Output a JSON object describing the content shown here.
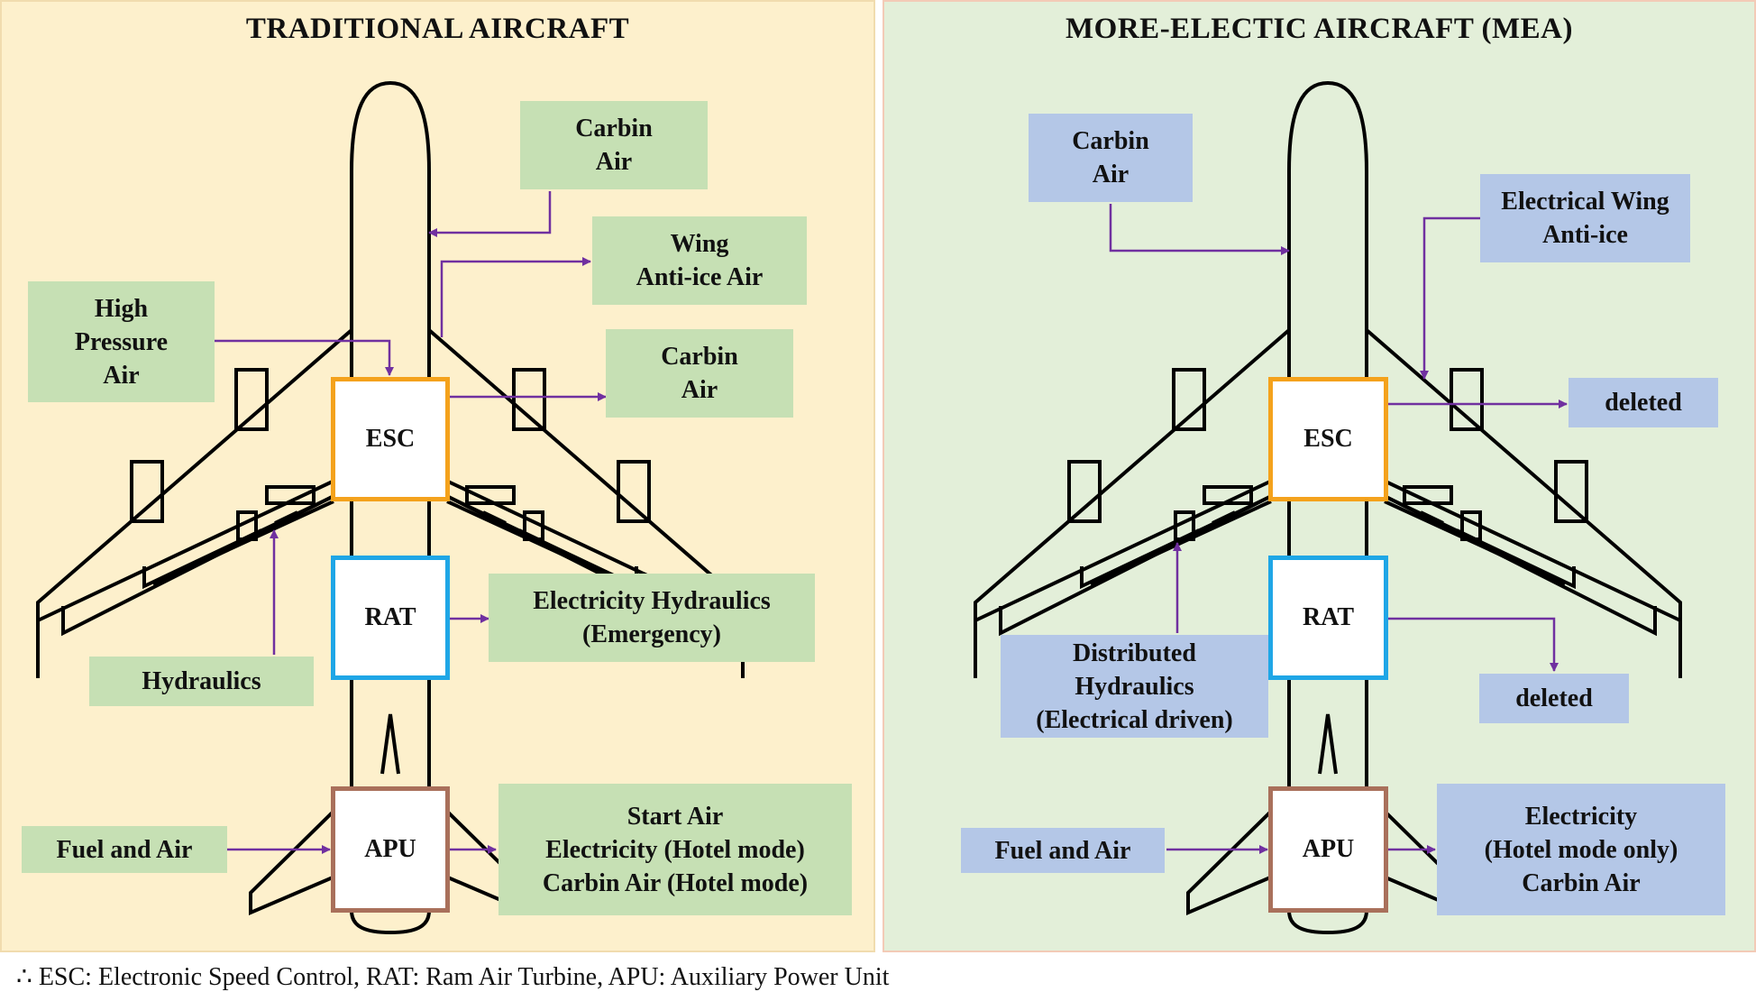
{
  "colors": {
    "left_bg": "#fdf0cc",
    "right_bg": "#e3efd9",
    "green_box": "#c6e0b4",
    "blue_box": "#b4c7e7",
    "arrow": "#7030a0",
    "esc_border": "#f4a21c",
    "rat_border": "#1fa6e6",
    "apu_border": "#a9705b"
  },
  "left": {
    "title": "TRADITIONAL AIRCRAFT",
    "carbin_air_top": "Carbin\nAir",
    "wing_anti_ice_air": "Wing\nAnti-ice Air",
    "high_pressure_air": "High\nPressure\nAir",
    "carbin_air_mid": "Carbin\nAir",
    "esc": "ESC",
    "rat": "RAT",
    "electricity_hydraulics": "Electricity Hydraulics\n(Emergency)",
    "hydraulics": "Hydraulics",
    "apu": "APU",
    "fuel_and_air": "Fuel and Air",
    "start_air": "Start Air\nElectricity (Hotel mode)\nCarbin Air (Hotel mode)"
  },
  "right": {
    "title": "MORE-ELECTIC AIRCRAFT (MEA)",
    "carbin_air_top": "Carbin\nAir",
    "electrical_wing_anti_ice": "Electrical Wing\nAnti-ice",
    "deleted_esc": "deleted",
    "esc": "ESC",
    "rat": "RAT",
    "deleted_rat": "deleted",
    "distributed_hydraulics": "Distributed\nHydraulics\n(Electrical driven)",
    "apu": "APU",
    "fuel_and_air": "Fuel and Air",
    "electricity_hotel": "Electricity\n(Hotel mode only)\nCarbin Air"
  },
  "footnote": "∴ ESC: Electronic Speed Control, RAT: Ram Air Turbine, APU: Auxiliary Power Unit"
}
